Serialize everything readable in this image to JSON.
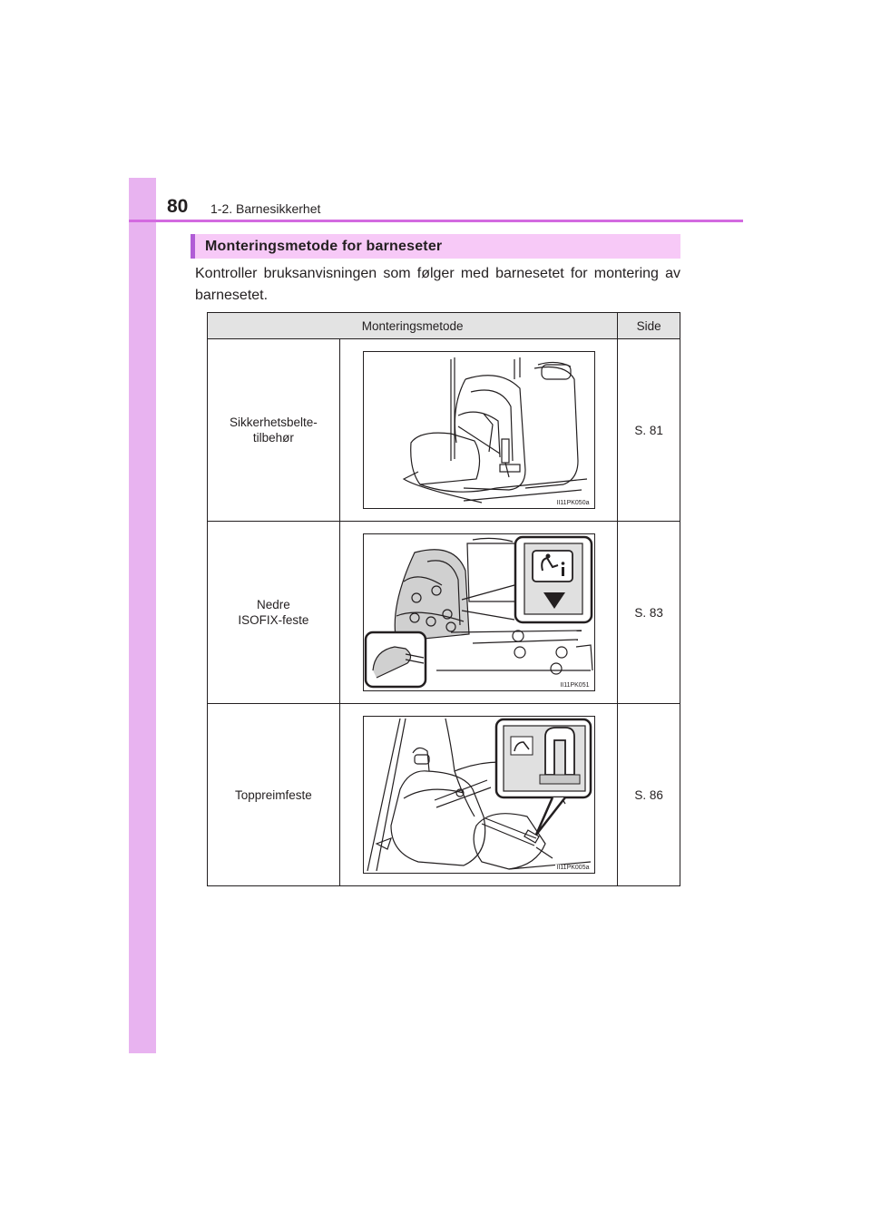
{
  "header": {
    "page_number": "80",
    "section": "1-2. Barnesikkerhet"
  },
  "heading": "Monteringsmetode for barneseter",
  "intro": "Kontroller bruksanvisningen som følger med barnesetet for montering av barnesetet.",
  "table": {
    "headers": [
      "Monteringsmetode",
      "Side"
    ],
    "rows": [
      {
        "label_lines": [
          "Sikkerhetsbelte-",
          "tilbehør"
        ],
        "figure_code": "II11PK050a",
        "page": "S. 81"
      },
      {
        "label_lines": [
          "Nedre",
          "ISOFIX-feste"
        ],
        "figure_code": "II11PK051",
        "page": "S. 83"
      },
      {
        "label_lines": [
          "Toppreimfeste"
        ],
        "figure_code": "II11PK005a",
        "page": "S. 86"
      }
    ]
  },
  "colors": {
    "side_band": "#e8b3f0",
    "header_rule": "#d36ae0",
    "heading_bg": "#f7c9f7",
    "heading_accent": "#b05cd6",
    "table_header_bg": "#e3e3e3"
  }
}
